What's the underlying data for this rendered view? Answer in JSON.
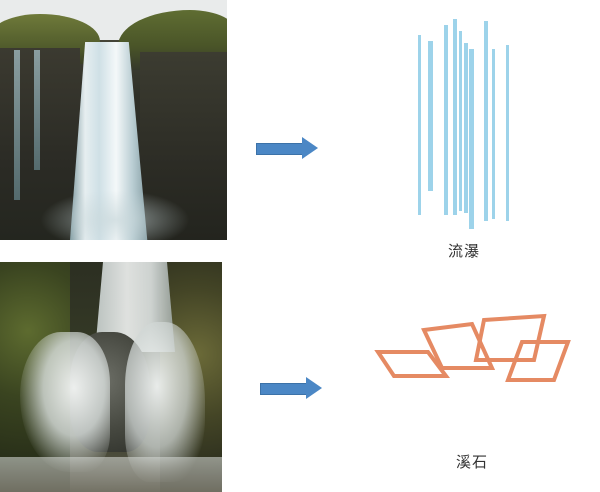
{
  "rows": [
    {
      "photo": "tall-waterfall-photo",
      "abstraction": "vertical-line-pattern",
      "caption": "流瀑",
      "line_color": "#9dd3ea"
    },
    {
      "photo": "cascading-waterfall-photo",
      "abstraction": "angular-outline-pattern",
      "caption": "溪石",
      "line_color": "#e58a63"
    }
  ],
  "arrow_color": "#4b87c5"
}
